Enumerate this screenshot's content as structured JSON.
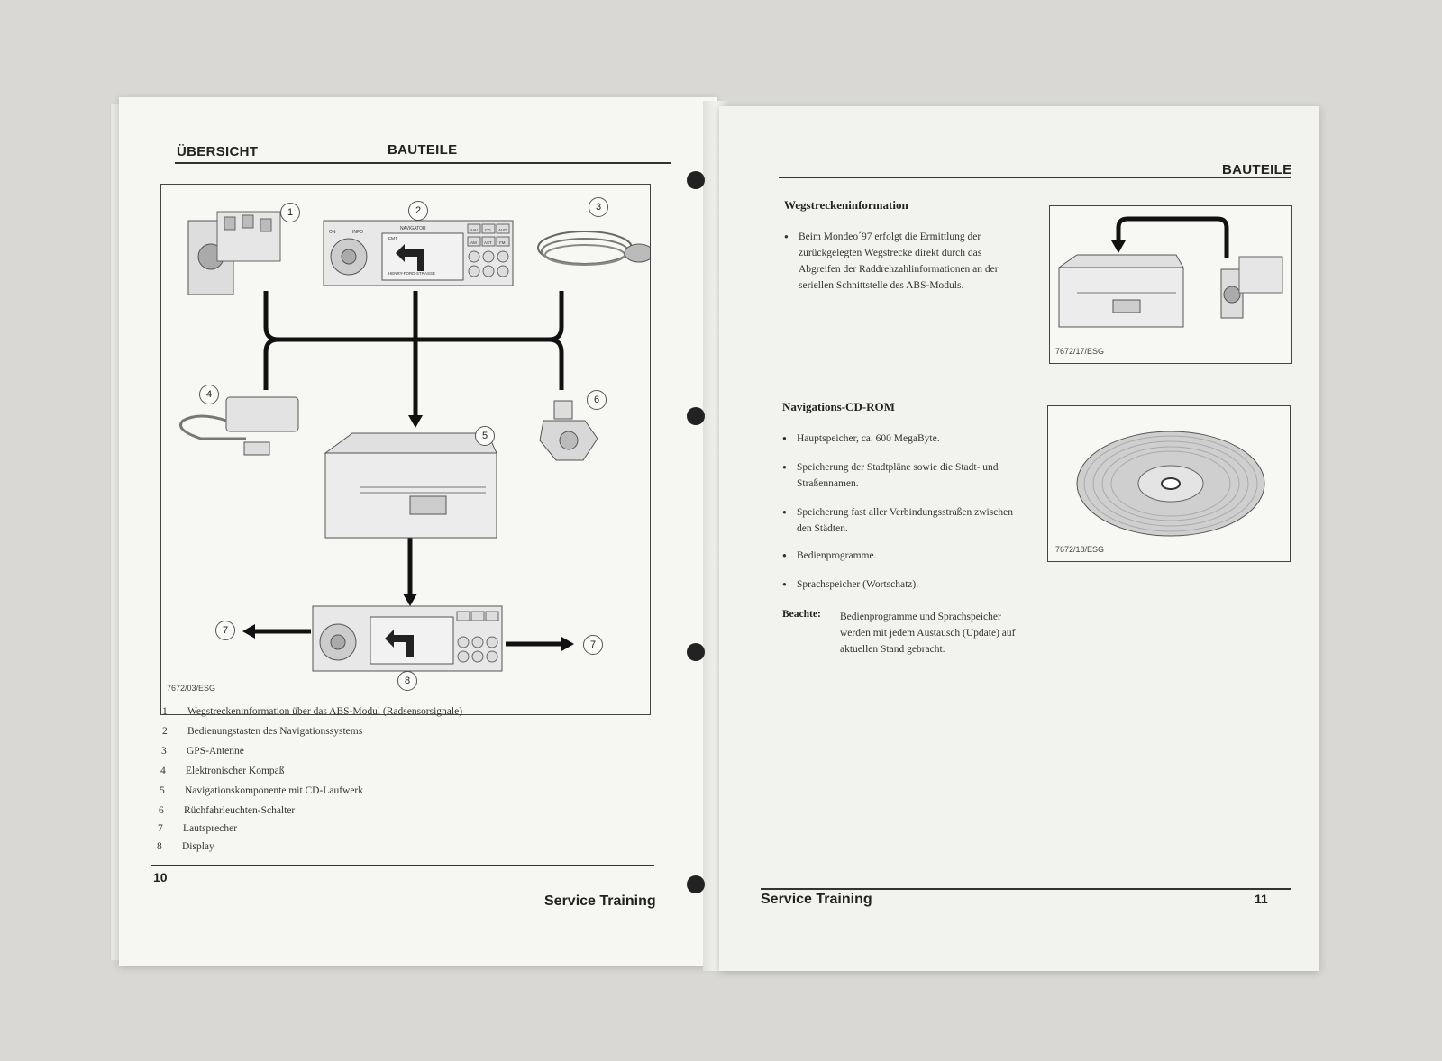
{
  "left_page": {
    "header_left": "ÜBERSICHT",
    "header_right": "BAUTEILE",
    "figure_code": "7672/03/ESG",
    "callouts": [
      "1",
      "2",
      "3",
      "4",
      "5",
      "6",
      "7",
      "7",
      "8"
    ],
    "device_labels": {
      "navigator": "NAVIGATOR",
      "street": "HENRY-FORD-STRASSE",
      "on": "ON",
      "info": "INFO",
      "nav": "NAV",
      "cd": "CD",
      "aud": "AUD",
      "am": "AM",
      "ast": "AST",
      "fm": "FM",
      "fm1": "FM1"
    },
    "legend": [
      {
        "n": "1",
        "text": "Wegstreckeninformation über das ABS-Modul (Radsensorsignale)"
      },
      {
        "n": "2",
        "text": "Bedienungstasten des Navigationssystems"
      },
      {
        "n": "3",
        "text": "GPS-Antenne"
      },
      {
        "n": "4",
        "text": "Elektronischer Kompaß"
      },
      {
        "n": "5",
        "text": "Navigationskomponente mit CD-Laufwerk"
      },
      {
        "n": "6",
        "text": "Rüchfahrleuchten-Schalter"
      },
      {
        "n": "7",
        "text": "Lautsprecher"
      },
      {
        "n": "8",
        "text": "Display"
      }
    ],
    "page_number": "10",
    "footer": "Service Training"
  },
  "right_page": {
    "header": "BAUTEILE",
    "section1": {
      "title": "Wegstreckeninformation",
      "bullets": [
        "Beim Mondeo´97 erfolgt die Ermittlung der zurückgelegten Wegstrecke direkt durch das Abgreifen der Raddrehzahlinformationen an der seriellen Schnittstelle des ABS-Moduls."
      ],
      "figure_code": "7672/17/ESG"
    },
    "section2": {
      "title": "Navigations-CD-ROM",
      "bullets": [
        "Hauptspeicher, ca. 600 MegaByte.",
        "Speicherung der Stadtpläne sowie die Stadt- und Straßennamen.",
        "Speicherung fast aller Verbindungsstraßen zwischen den Städten.",
        "Bedienprogramme.",
        "Sprachspeicher (Wortschatz)."
      ],
      "figure_code": "7672/18/ESG"
    },
    "note_label": "Beachte:",
    "note_text": "Bedienprogramme und Sprachspeicher werden mit jedem Austausch (Update) auf aktuellen Stand gebracht.",
    "page_number": "11",
    "footer": "Service Training"
  }
}
